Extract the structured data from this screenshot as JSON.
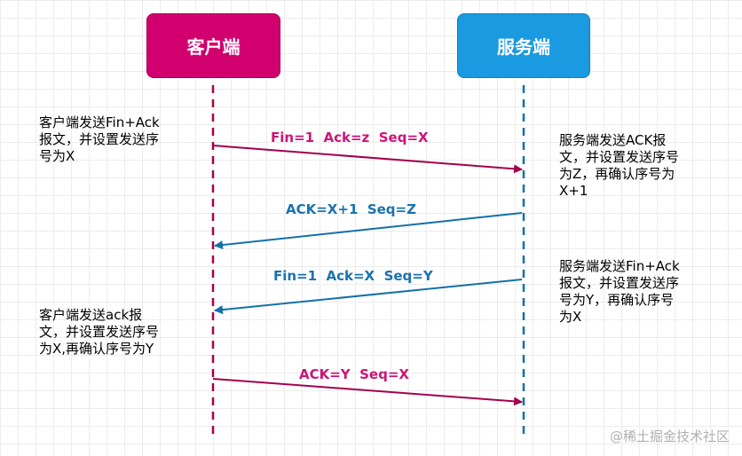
{
  "colors": {
    "client": "#d2006e",
    "server": "#1a9ae0",
    "client_border": "#a8005a",
    "server_border": "#0f7fbf",
    "client_arrow": "#a3004f",
    "server_arrow": "#1370a8",
    "grid": "#ececec"
  },
  "actors": {
    "client": {
      "label": "客户端"
    },
    "server": {
      "label": "服务端"
    }
  },
  "descriptions": {
    "client_1": "客户端发送Fin+Ack\n报文，并设置发送序\n号为X",
    "server_1": "服务端发送ACK报\n文，并设置发送序号\n为Z，再确认序号为\nX+1",
    "server_2": "服务端发送Fin+Ack\n报文，并设置发送序\n号为Y，再确认序号\n为X",
    "client_2": "客户端发送ack报\n文，并设置发送序号\n为X,再确认序号为Y"
  },
  "messages": [
    {
      "label": "Fin=1  Ack=z  Seq=X",
      "from": "client",
      "to": "server"
    },
    {
      "label": "ACK=X+1  Seq=Z",
      "from": "server",
      "to": "client"
    },
    {
      "label": "Fin=1  Ack=X  Seq=Y",
      "from": "server",
      "to": "client"
    },
    {
      "label": "ACK=Y  Seq=X",
      "from": "client",
      "to": "server"
    }
  ],
  "watermark": "@稀土掘金技术社区"
}
